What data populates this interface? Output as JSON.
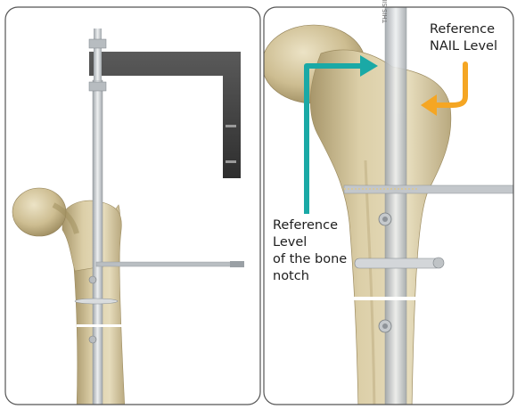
{
  "labels": {
    "reference_nail_line1": "Reference",
    "reference_nail_line2": "NAIL Level",
    "reference_bone_line1": "Reference",
    "reference_bone_line2": "Level",
    "reference_bone_line3": "of the bone",
    "reference_bone_line4": "notch",
    "nail_side_text": "THIS SIDE"
  },
  "colors": {
    "panel_border": "#555555",
    "bone": "#dccfa8",
    "bone_shadow": "#b7a679",
    "nail": "#c9cdd0",
    "jig": "#404040",
    "arrow_teal": "#1aa9a6",
    "arrow_orange": "#f5a623"
  }
}
